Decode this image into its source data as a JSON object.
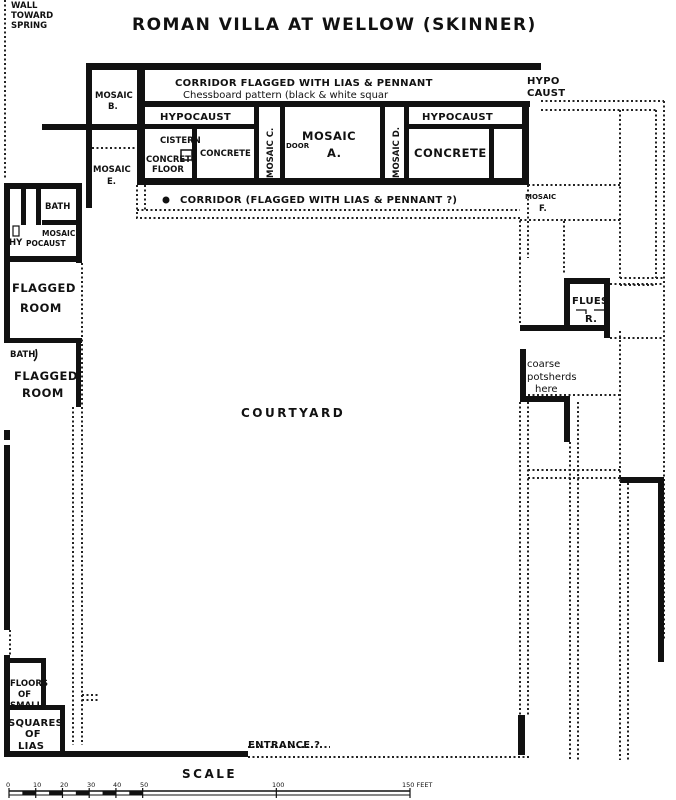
{
  "title": "ROMAN VILLA AT WELLOW (SKINNER)",
  "wall_note": [
    "WALL",
    "TOWARD",
    "SPRING"
  ],
  "rooms": {
    "corridor_top_1": "CORRIDOR FLAGGED WITH LIAS & PENNANT",
    "corridor_top_2": "Chessboard pattern (black & white squar",
    "hypocaust_caust_1": "HYPO",
    "hypocaust_caust_2": "CAUST",
    "mosaic_b_1": "MOSAIC",
    "mosaic_b_2": "B.",
    "hypocaust_left": "HYPOCAUST",
    "hypocaust_right": "HYPOCAUST",
    "cistern": "CISTERN",
    "concrete_floor_1": "CONCRETE",
    "concrete_floor_2": "FLOOR",
    "concrete_left": "CONCRETE",
    "mosaic_c": "MOSAIC C.",
    "door": "DOOR",
    "mosaic_a_1": "MOSAIC",
    "mosaic_a_2": "A.",
    "mosaic_d": "MOSAIC D.",
    "concrete_right": "CONCRETE",
    "mosaic_e_1": "MOSAIC",
    "mosaic_e_2": "E.",
    "corridor_mid": "CORRIDOR (FLAGGED WITH LIAS & PENNANT ?)",
    "mosaic_f_1": "MOSAIC",
    "mosaic_f_2": "F.",
    "bath_top": "BATH",
    "hy": "HY",
    "mosaic_pocaust_1": "MOSAIC",
    "mosaic_pocaust_2": "POCAUST",
    "flagged_room_1a": "FLAGGED",
    "flagged_room_1b": "ROOM",
    "bath_mid": "BATH",
    "flagged_room_2a": "FLAGGED",
    "flagged_room_2b": "ROOM",
    "courtyard": "COURTYARD",
    "flues": "FLUES",
    "r": "R.",
    "potsherds_1": "coarse",
    "potsherds_2": "potsherds",
    "potsherds_3": "here",
    "floors_1": "FLOORS",
    "floors_2": "OF",
    "floors_3": "SMALL",
    "floors_4": "SQUARES",
    "floors_5": "OF",
    "floors_6": "LIAS",
    "entrance": "ENTRANCE ?"
  },
  "scale": {
    "label": "SCALE",
    "ticks": [
      "0",
      "10",
      "20",
      "30",
      "40",
      "50",
      "100",
      "150 FEET"
    ]
  }
}
